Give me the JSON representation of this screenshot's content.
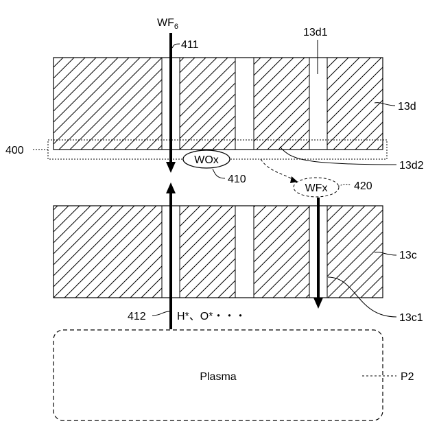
{
  "labels": {
    "wf6_main": "WF",
    "wf6_sub": "6",
    "ref_411": "411",
    "ref_13d1": "13d1",
    "ref_13d": "13d",
    "ref_400": "400",
    "wox": "WOx",
    "ref_13d2": "13d2",
    "ref_410": "410",
    "wfx": "WFx",
    "ref_420": "420",
    "ref_13c": "13c",
    "ref_13c1": "13c1",
    "ref_412": "412",
    "radicals": "H*、O*・・・",
    "plasma": "Plasma",
    "ref_p2": "P2"
  }
}
